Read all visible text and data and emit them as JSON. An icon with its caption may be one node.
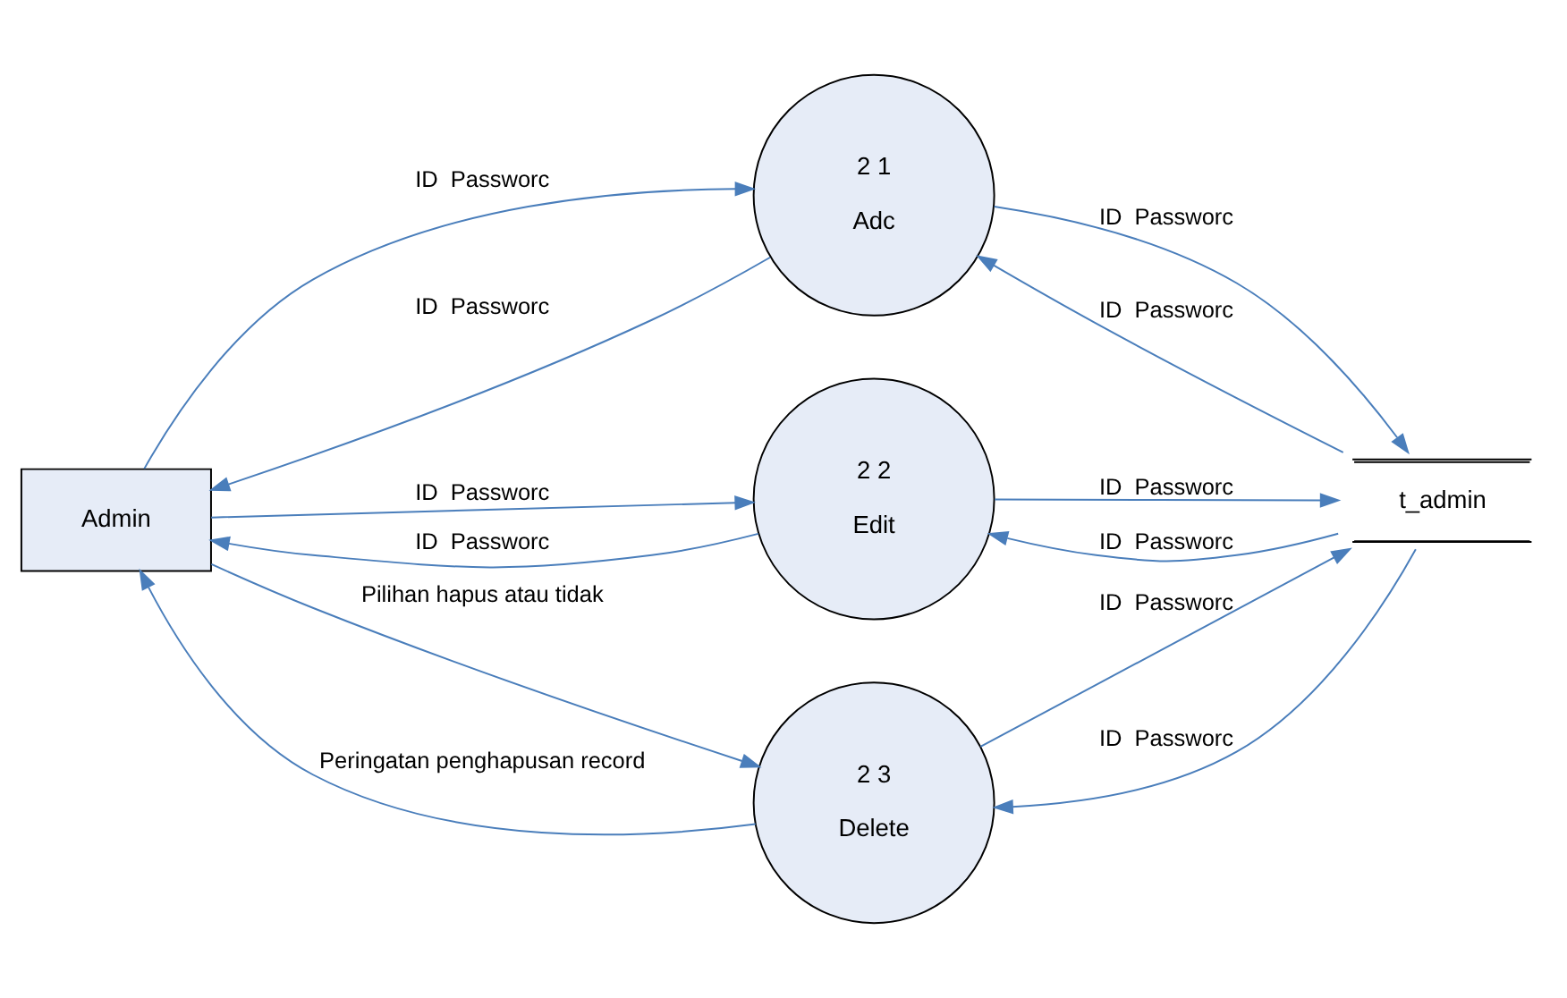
{
  "diagram": {
    "nodes": [
      {
        "text": [
          "Admin"
        ]
      },
      {
        "text": [
          "2 1",
          "Adc"
        ]
      },
      {
        "text": [
          "2 2",
          "Edit"
        ]
      },
      {
        "text": [
          "2 3",
          "Delete"
        ]
      },
      {
        "text": [
          "t_admin"
        ]
      }
    ],
    "edges": [
      {
        "from": 0,
        "to": 1,
        "arrow": "to",
        "label": "ID  Passworc"
      },
      {
        "from": 1,
        "to": 0,
        "arrow": "to",
        "label": "ID  Passworc"
      },
      {
        "from": 1,
        "to": 4,
        "arrow": "to",
        "label": "ID  Passworc"
      },
      {
        "from": 4,
        "to": 1,
        "arrow": "to",
        "label": "ID  Passworc"
      },
      {
        "from": 0,
        "to": 2,
        "arrow": "to",
        "label": "ID  Passworc"
      },
      {
        "from": 2,
        "to": 0,
        "arrow": "to",
        "label": "ID  Passworc"
      },
      {
        "from": 4,
        "to": 2,
        "arrow": "to",
        "label": "ID  Passworc"
      },
      {
        "from": 2,
        "to": 4,
        "arrow": "to",
        "label": "ID  Passworc"
      },
      {
        "from": 4,
        "to": 3,
        "arrow": "to",
        "label": "ID  Passworc"
      },
      {
        "from": 3,
        "to": 4,
        "arrow": "to",
        "label": "ID  Passworc"
      },
      {
        "from": 3,
        "to": 0,
        "arrow": "to",
        "label": "Peringatan penghapusan record"
      },
      {
        "from": 0,
        "to": 3,
        "arrow": "to",
        "label": "Pilihan hapus atau tidak"
      }
    ]
  }
}
